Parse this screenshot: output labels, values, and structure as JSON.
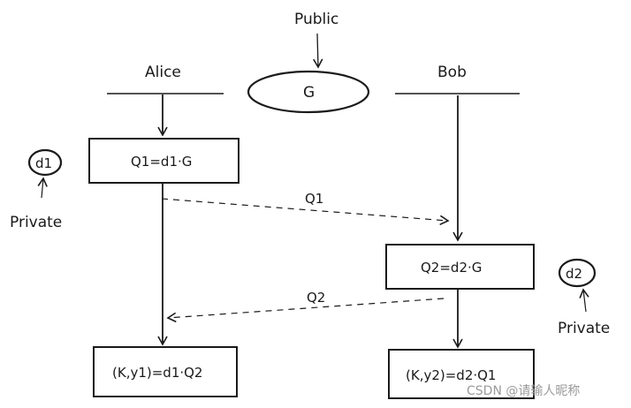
{
  "public_label": "Public",
  "public_node": "G",
  "alice_label": "Alice",
  "bob_label": "Bob",
  "alice_box": "Q1=d1·G",
  "bob_box": "Q2=d2·G",
  "alice_result": "(K,y1)=d1·Q2",
  "bob_result": "(K,y2)=d2·Q1",
  "alice_secret": "d1",
  "bob_secret": "d2",
  "private_label_left": "Private",
  "private_label_right": "Private",
  "msg_q1": "Q1",
  "msg_q2": "Q2",
  "watermark": "CSDN @请输人昵称"
}
